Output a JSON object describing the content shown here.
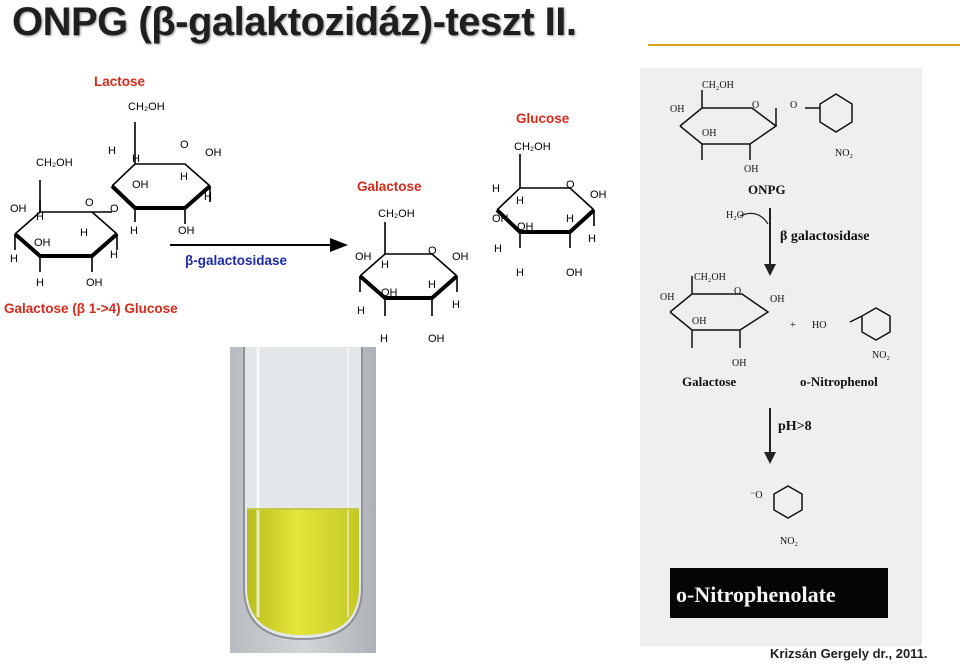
{
  "title": "ONPG (β-galaktozidáz)-teszt II.",
  "footer": "Krizsán Gergely dr., 2011.",
  "left_scheme": {
    "lactose": "Lactose",
    "galactose": "Galactose",
    "glucose": "Glucose",
    "bond": "Galactose (β 1->4) Glucose",
    "enzyme": "β-galactosidase"
  },
  "right_scheme": {
    "onpg": "ONPG",
    "enzyme": "β galactosidase",
    "galactose": "Galactose",
    "nitrophenol": "o-Nitrophenol",
    "ph": "pH>8",
    "product": "o-Nitrophenolate"
  },
  "colors": {
    "red_label": "#d62a1a",
    "blue_label": "#1a2aa8",
    "tube_liquid": "#d9dd2c",
    "title_rule": "#d9a421"
  }
}
